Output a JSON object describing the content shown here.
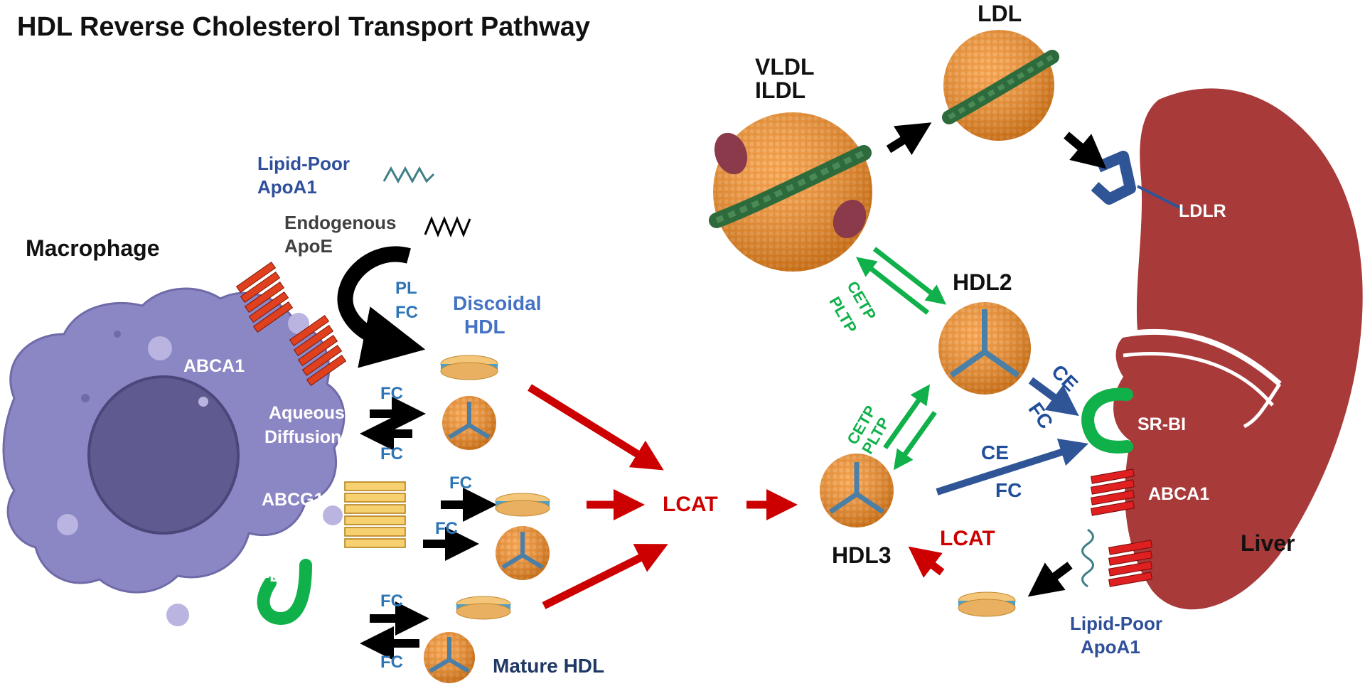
{
  "title": "HDL Reverse Cholesterol Transport Pathway",
  "colors": {
    "macrophage": "#8b86c4",
    "nucleus": "#5f5a8f",
    "liver": "#a83a3a",
    "particle": "#f08a24",
    "apo_green": "#2e6b3c",
    "lcat_arrow": "#cc0000",
    "transfer_arrow": "#10b04a",
    "uptake_arrow": "#2f5597"
  },
  "cells": {
    "macrophage": "Macrophage",
    "liver": "Liver"
  },
  "lipoproteins": {
    "vldl": "VLDL",
    "ildl": "ILDL",
    "ldl": "LDL",
    "hdl2": "HDL2",
    "hdl3": "HDL3",
    "mature_hdl": "Mature HDL",
    "discoidal_line1": "Discoidal",
    "discoidal_line2": "HDL"
  },
  "apoproteins": {
    "lipid_poor_top_1": "Lipid-Poor",
    "lipid_poor_top_2": "ApoA1",
    "endogenous_1": "Endogenous",
    "endogenous_2": "ApoE",
    "lipid_poor_bottom_1": "Lipid-Poor",
    "lipid_poor_bottom_2": "ApoA1"
  },
  "receptors": {
    "abca1_macrophage": "ABCA1",
    "abcg1": "ABCG1",
    "srbi_macrophage": "SR-BI",
    "aqueous_1": "Aqueous",
    "aqueous_2": "Diffusion",
    "srbi_liver": "SR-BI",
    "abca1_liver": "ABCA1",
    "ldlr": "LDLR"
  },
  "flux": {
    "pl": "PL",
    "fc_curve": "FC",
    "fc_aq_top": "FC",
    "fc_aq_bottom": "FC",
    "fc_abcg1_1": "FC",
    "fc_abcg1_2": "FC",
    "fc_srbi_top": "FC",
    "fc_srbi_bottom": "FC",
    "ce_hdl2": "CE",
    "fc_hdl2": "FC",
    "ce_hdl3": "CE",
    "fc_hdl3": "FC"
  },
  "enzymes": {
    "lcat_center": "LCAT",
    "lcat_liver": "LCAT",
    "cetp_1": "CETP",
    "pltp_1": "PLTP",
    "cetp_2": "CETP",
    "pltp_2": "PLTP"
  }
}
